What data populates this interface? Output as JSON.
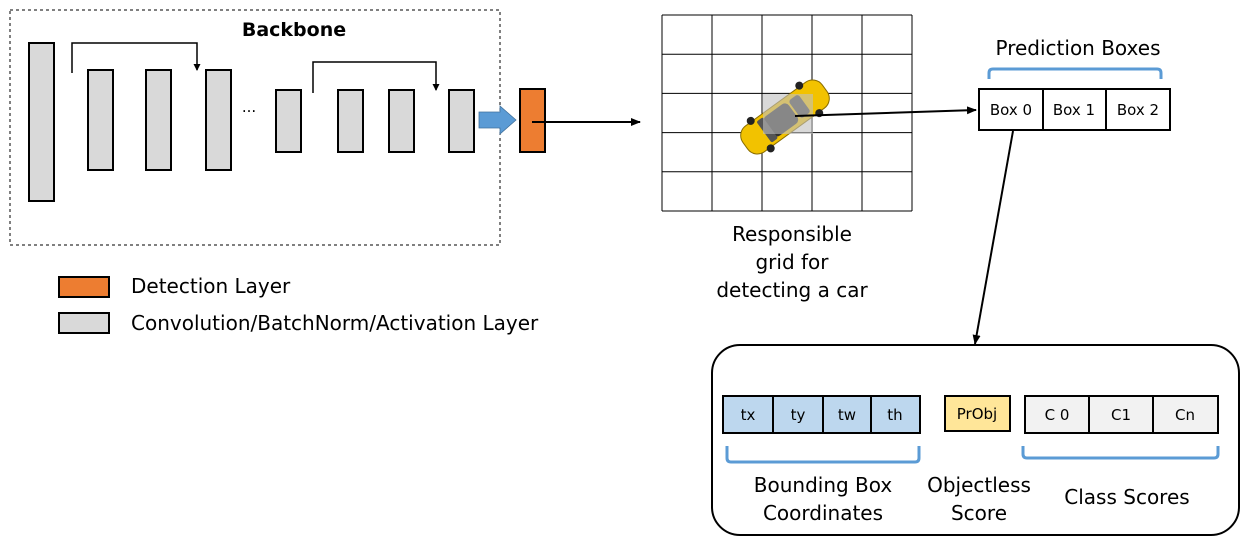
{
  "backbone": {
    "title": "Backbone",
    "ellipsis": "..."
  },
  "legend": {
    "items": [
      {
        "label": "Detection Layer",
        "color": "#ed7d31"
      },
      {
        "label": "Convolution/BatchNorm/Activation Layer",
        "color": "#d9d9d9"
      }
    ]
  },
  "grid": {
    "rows": 5,
    "cols": 5,
    "caption": [
      "Responsible",
      "grid for",
      "detecting a car"
    ]
  },
  "prediction": {
    "title": "Prediction Boxes",
    "boxes": [
      "Box 0",
      "Box 1",
      "Box 2"
    ]
  },
  "details": {
    "coords": {
      "cells": [
        "tx",
        "ty",
        "tw",
        "th"
      ],
      "label": [
        "Bounding Box",
        "Coordinates"
      ],
      "color": "#bdd7ee"
    },
    "objectness": {
      "cell": "PrObj",
      "label": [
        "Objectless",
        "Score"
      ],
      "color": "#ffe699"
    },
    "classes": {
      "cells": [
        "C 0",
        "C1",
        "Cn"
      ],
      "label": "Class Scores",
      "color": "#f2f2f2"
    }
  },
  "colors": {
    "brace": "#5b9bd5",
    "arrow_blue": "#5b9bd5",
    "detection": "#ed7d31",
    "layer": "#d9d9d9"
  }
}
